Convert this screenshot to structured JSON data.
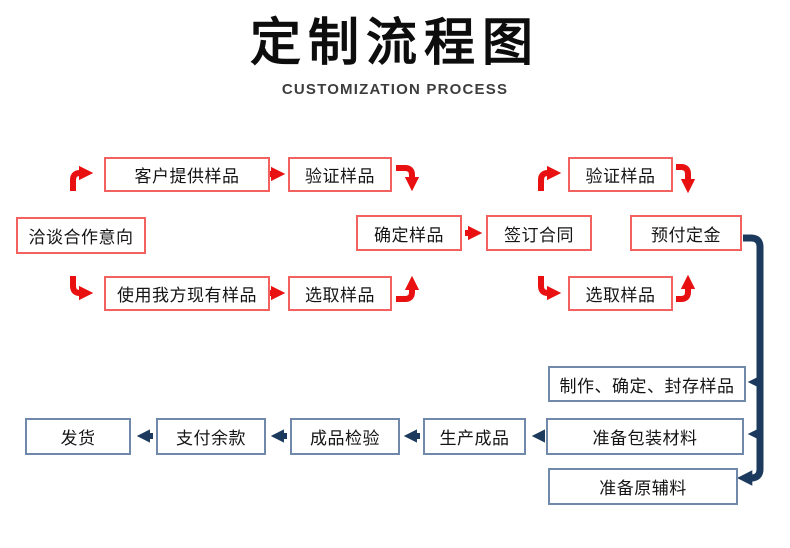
{
  "header": {
    "title": "定制流程图",
    "subtitle": "CUSTOMIZATION PROCESS"
  },
  "colors": {
    "red_arrow": "#e81010",
    "red_box_border": "#f3625f",
    "blue_arrow": "#1c3a5e",
    "blue_box_border": "#7089ab"
  },
  "nodes": {
    "negotiate": {
      "label": "洽谈合作意向"
    },
    "customer_sample": {
      "label": "客户提供样品"
    },
    "verify_sample_1": {
      "label": "验证样品"
    },
    "use_our_sample": {
      "label": "使用我方现有样品"
    },
    "select_sample_1": {
      "label": "选取样品"
    },
    "confirm_sample": {
      "label": "确定样品"
    },
    "sign_contract": {
      "label": "签订合同"
    },
    "verify_sample_2": {
      "label": "验证样品"
    },
    "select_sample_2": {
      "label": "选取样品"
    },
    "pay_deposit": {
      "label": "预付定金"
    },
    "make_seal_sample": {
      "label": "制作、确定、封存样品"
    },
    "prepare_packaging": {
      "label": "准备包装材料"
    },
    "prepare_materials": {
      "label": "准备原辅料"
    },
    "produce_finished": {
      "label": "生产成品"
    },
    "inspect_finished": {
      "label": "成品检验"
    },
    "pay_balance": {
      "label": "支付余款"
    },
    "ship": {
      "label": "发货"
    }
  },
  "flow_edges": [
    {
      "from": "negotiate",
      "to": "customer_sample",
      "color": "red"
    },
    {
      "from": "negotiate",
      "to": "use_our_sample",
      "color": "red"
    },
    {
      "from": "customer_sample",
      "to": "verify_sample_1",
      "color": "red"
    },
    {
      "from": "use_our_sample",
      "to": "select_sample_1",
      "color": "red"
    },
    {
      "from": "verify_sample_1",
      "to": "confirm_sample",
      "color": "red"
    },
    {
      "from": "select_sample_1",
      "to": "confirm_sample",
      "color": "red"
    },
    {
      "from": "confirm_sample",
      "to": "sign_contract",
      "color": "red"
    },
    {
      "from": "sign_contract",
      "to": "verify_sample_2",
      "color": "red"
    },
    {
      "from": "sign_contract",
      "to": "select_sample_2",
      "color": "red"
    },
    {
      "from": "verify_sample_2",
      "to": "pay_deposit",
      "color": "red"
    },
    {
      "from": "select_sample_2",
      "to": "pay_deposit",
      "color": "red"
    },
    {
      "from": "pay_deposit",
      "to": "make_seal_sample",
      "color": "blue"
    },
    {
      "from": "pay_deposit",
      "to": "prepare_packaging",
      "color": "blue"
    },
    {
      "from": "pay_deposit",
      "to": "prepare_materials",
      "color": "blue"
    },
    {
      "from": "prepare_packaging",
      "to": "produce_finished",
      "color": "blue"
    },
    {
      "from": "produce_finished",
      "to": "inspect_finished",
      "color": "blue"
    },
    {
      "from": "inspect_finished",
      "to": "pay_balance",
      "color": "blue"
    },
    {
      "from": "pay_balance",
      "to": "ship",
      "color": "blue"
    }
  ]
}
